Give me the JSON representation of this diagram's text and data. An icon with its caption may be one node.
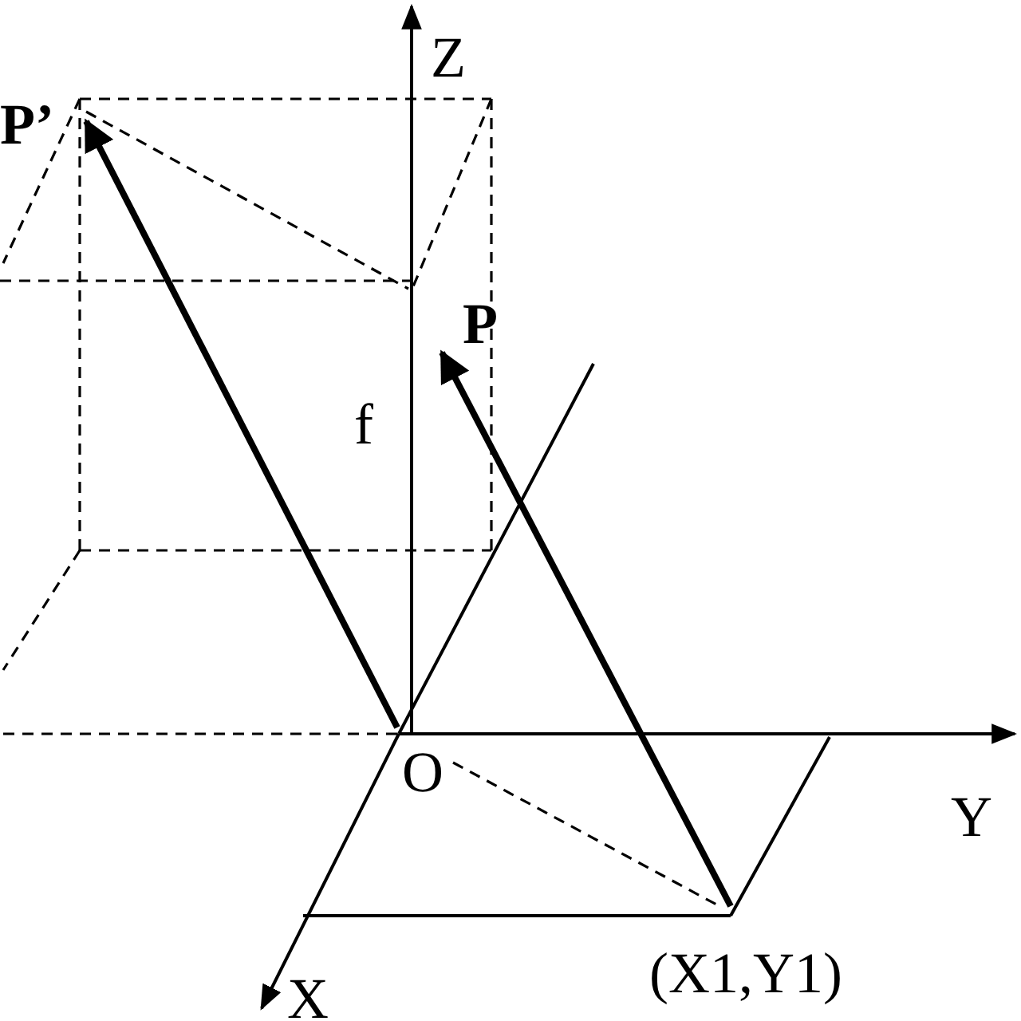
{
  "diagram": {
    "nodes": [
      {
        "text": [
          "P’"
        ]
      },
      {
        "text": [
          "P"
        ]
      },
      {
        "text": [
          "O"
        ]
      },
      {
        "text": [
          "(X1,Y1)"
        ]
      }
    ],
    "edges": [
      {
        "from": 2,
        "to": 0,
        "arrow": "to",
        "style": "thick"
      },
      {
        "from": 3,
        "to": 1,
        "arrow": "to",
        "style": "thick"
      },
      {
        "from": 0,
        "to": 1,
        "arrow": "none",
        "style": "dashed"
      },
      {
        "from": 2,
        "to": 3,
        "arrow": "none",
        "style": "dashed"
      }
    ],
    "labels": [
      "Z",
      "f",
      "Y",
      "X"
    ]
  }
}
